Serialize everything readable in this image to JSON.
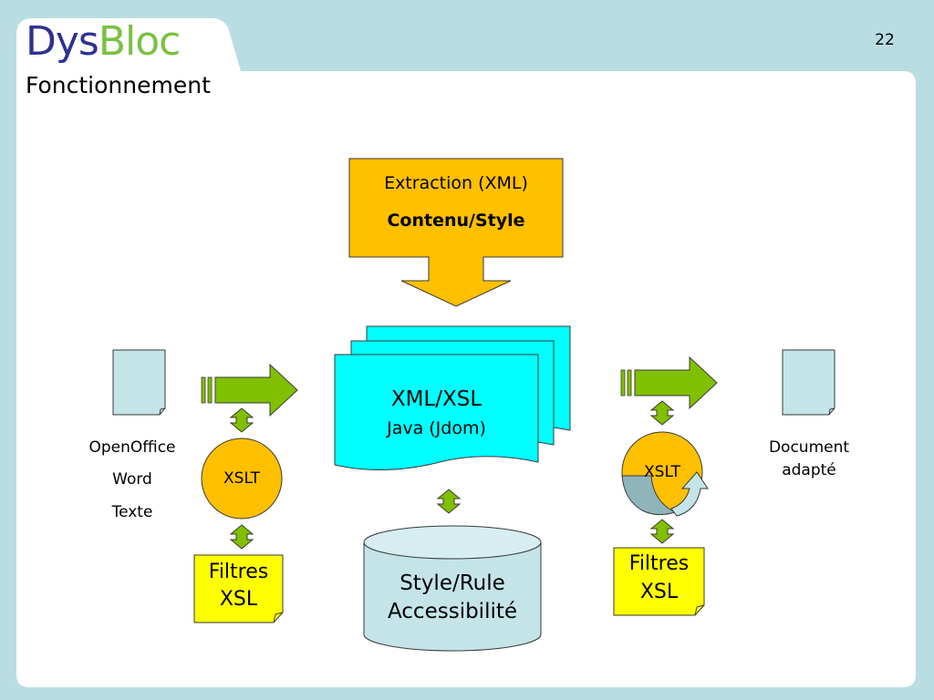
{
  "header": {
    "logo_part1": "Dys",
    "logo_part2": "Bloc",
    "subtitle": "Fonctionnement",
    "page_number": "22"
  },
  "diagram": {
    "extraction": {
      "line1": "Extraction (XML)",
      "line2": "Contenu/Style"
    },
    "xml_box": {
      "line1": "XML/XSL",
      "line2": "Java (Jdom)"
    },
    "database": {
      "line1": "Style/Rule",
      "line2": "Accessibilité"
    },
    "inputs": [
      "OpenOffice",
      "Word",
      "Texte"
    ],
    "output": {
      "line1": "Document",
      "line2": "adapté"
    },
    "xslt_left": "XSLT",
    "xslt_right": "XSLT",
    "filter_left": {
      "line1": "Filtres",
      "line2": "XSL"
    },
    "filter_right": {
      "line1": "Filtres",
      "line2": "XSL"
    }
  },
  "colors": {
    "background": "#b9dde2",
    "panel": "#ffffff",
    "logo_blue": "#2e3192",
    "logo_green": "#7ac143",
    "orange": "#ffc000",
    "cyan": "#00ffff",
    "green_arrow": "#80c000",
    "yellow_note": "#ffff00",
    "db_fill": "#c4e4e8"
  }
}
